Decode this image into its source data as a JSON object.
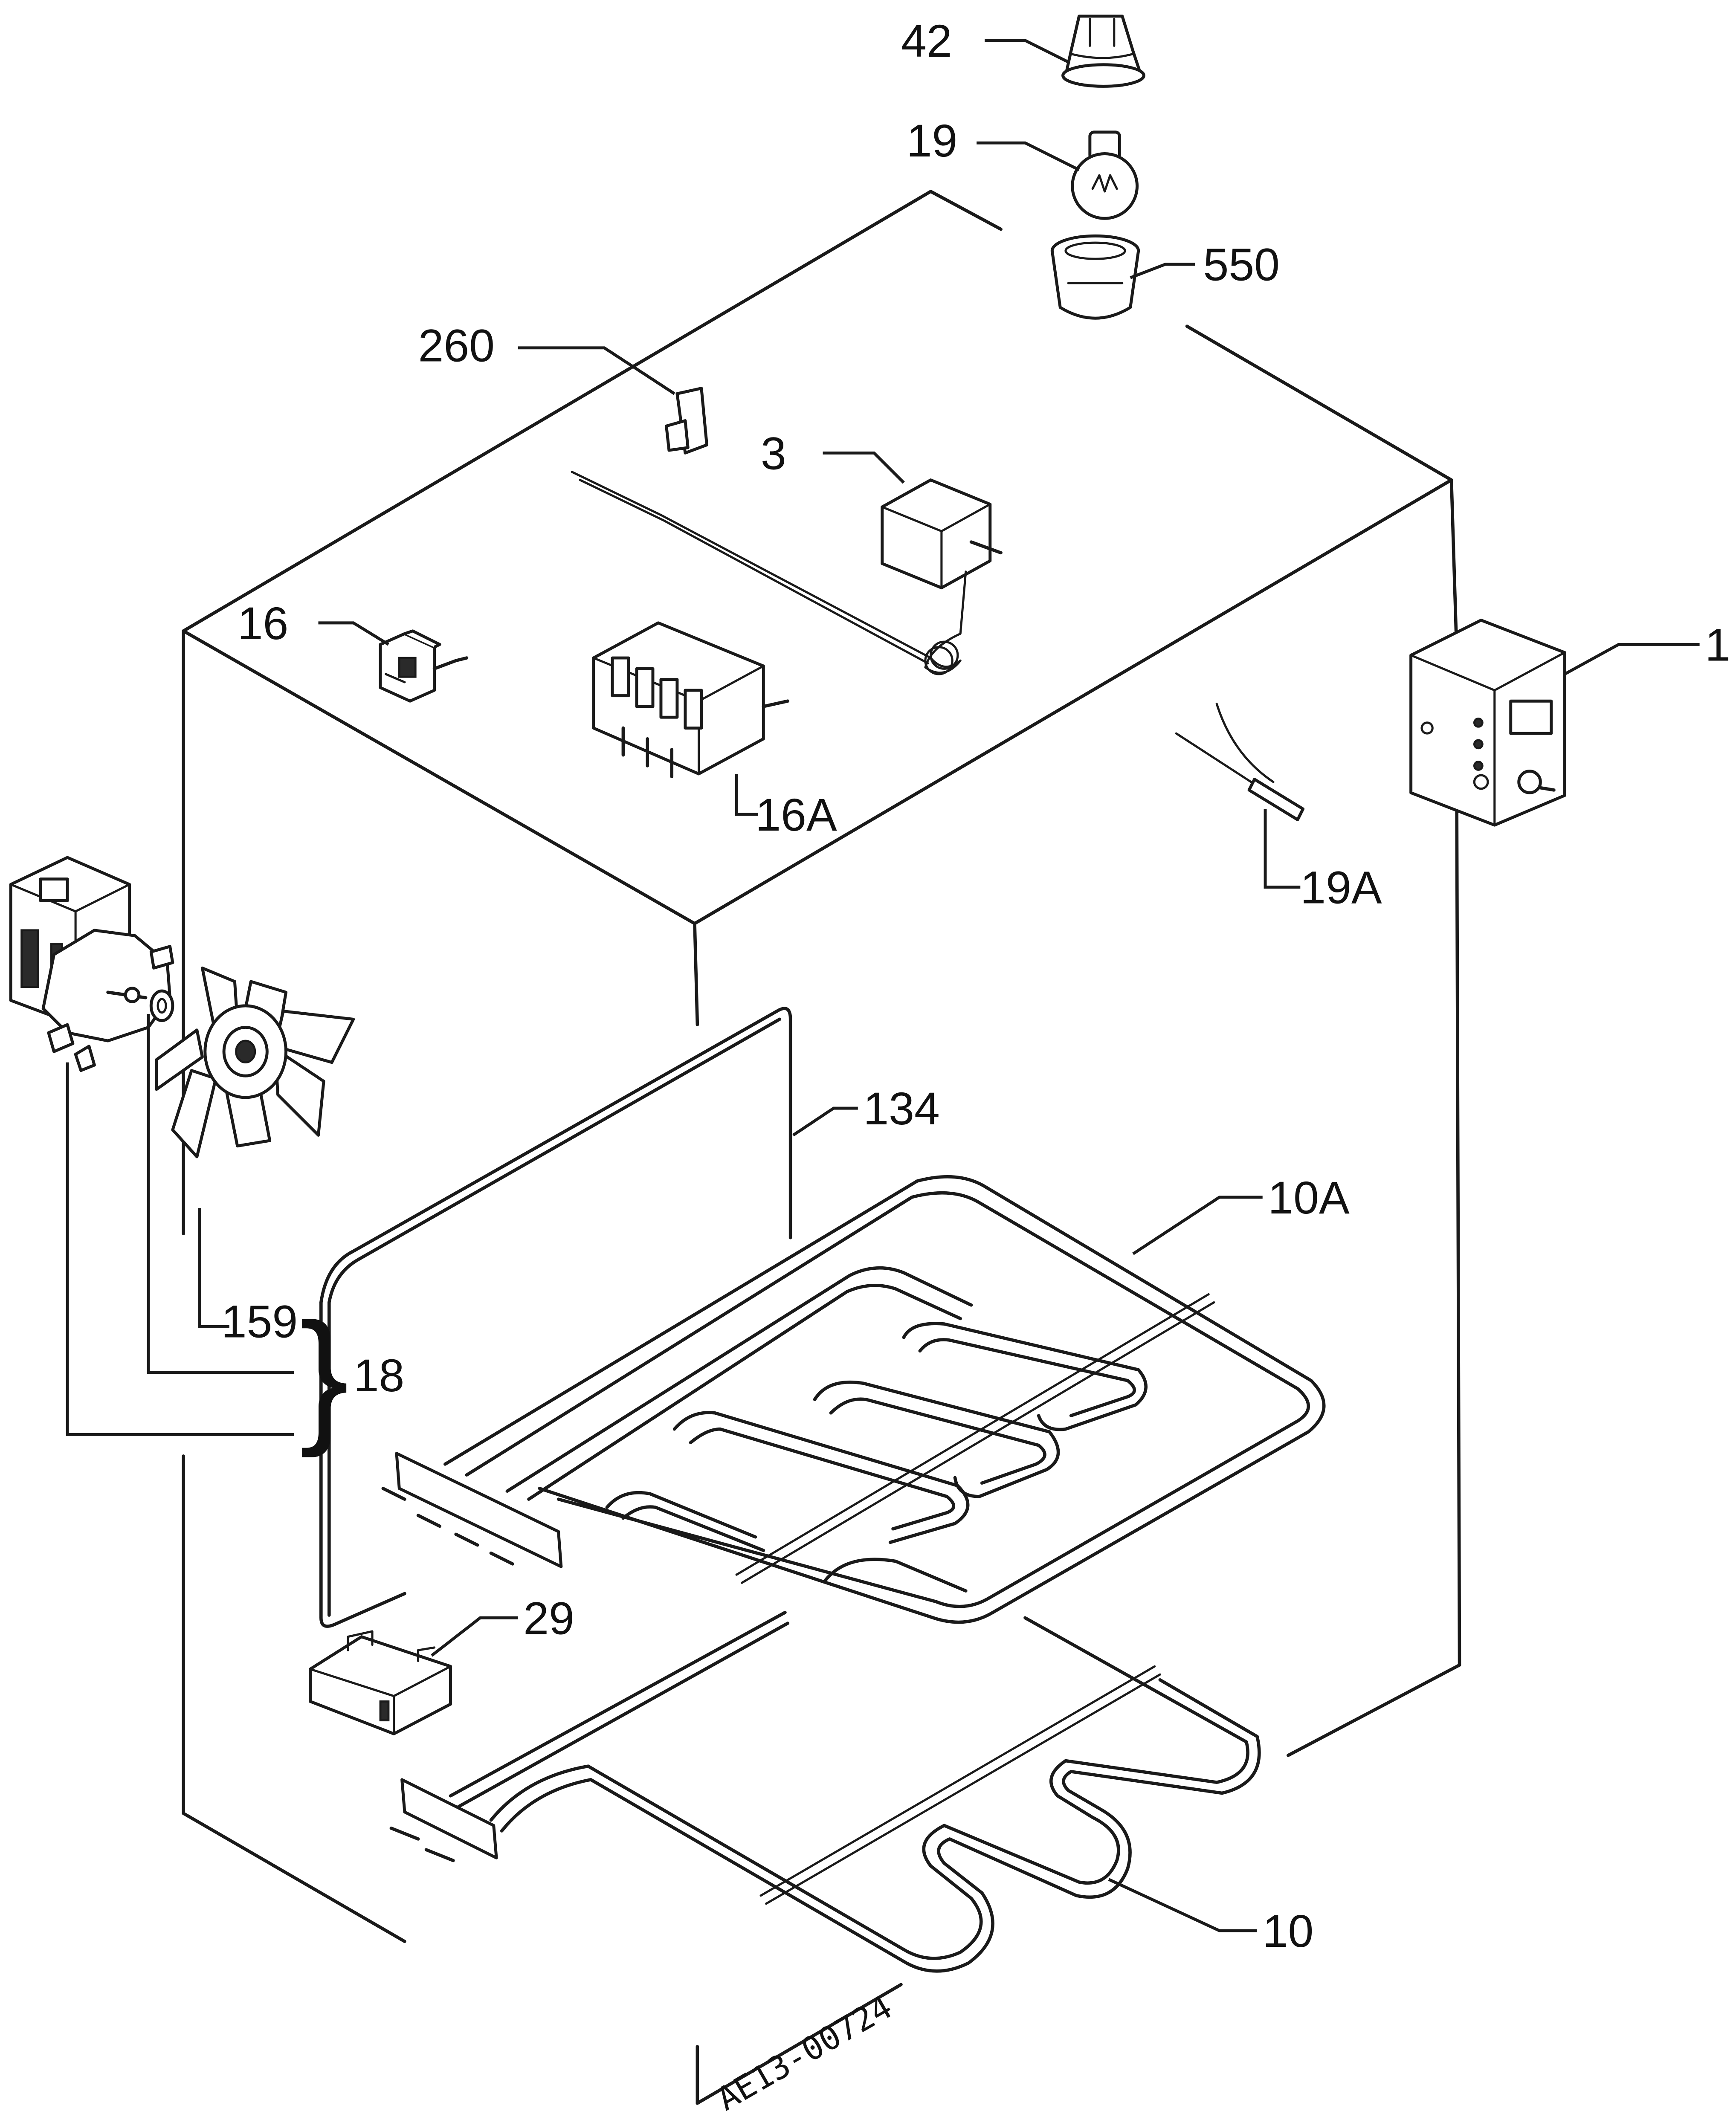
{
  "labels": {
    "l42": "42",
    "l19": "19",
    "l550": "550",
    "l260": "260",
    "l3": "3",
    "l16": "16",
    "l16a": "16A",
    "l1": "1",
    "l19a": "19A",
    "l134": "134",
    "l10a": "10A",
    "l159": "159",
    "l18": "18",
    "l29": "29",
    "l10": "10"
  },
  "drawing_code": "AE13-00724"
}
